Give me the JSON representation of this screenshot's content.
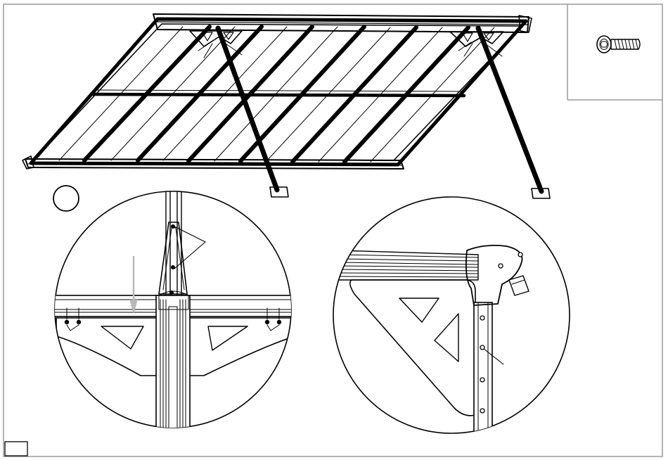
{
  "sheet": {
    "page_number": "",
    "step_number": "",
    "part_callout_qty": ""
  },
  "parts": [
    {
      "icon": "hex-socket-bolt-icon"
    }
  ],
  "views": [
    {
      "name": "overview-canopy"
    },
    {
      "name": "detail-rear-beam-bracket"
    },
    {
      "name": "detail-end-cap-bracket"
    }
  ],
  "colors": {
    "line": "#000000",
    "paper": "#ffffff",
    "frame": "#9a9a9a",
    "arrow": "#b8b8b8"
  }
}
